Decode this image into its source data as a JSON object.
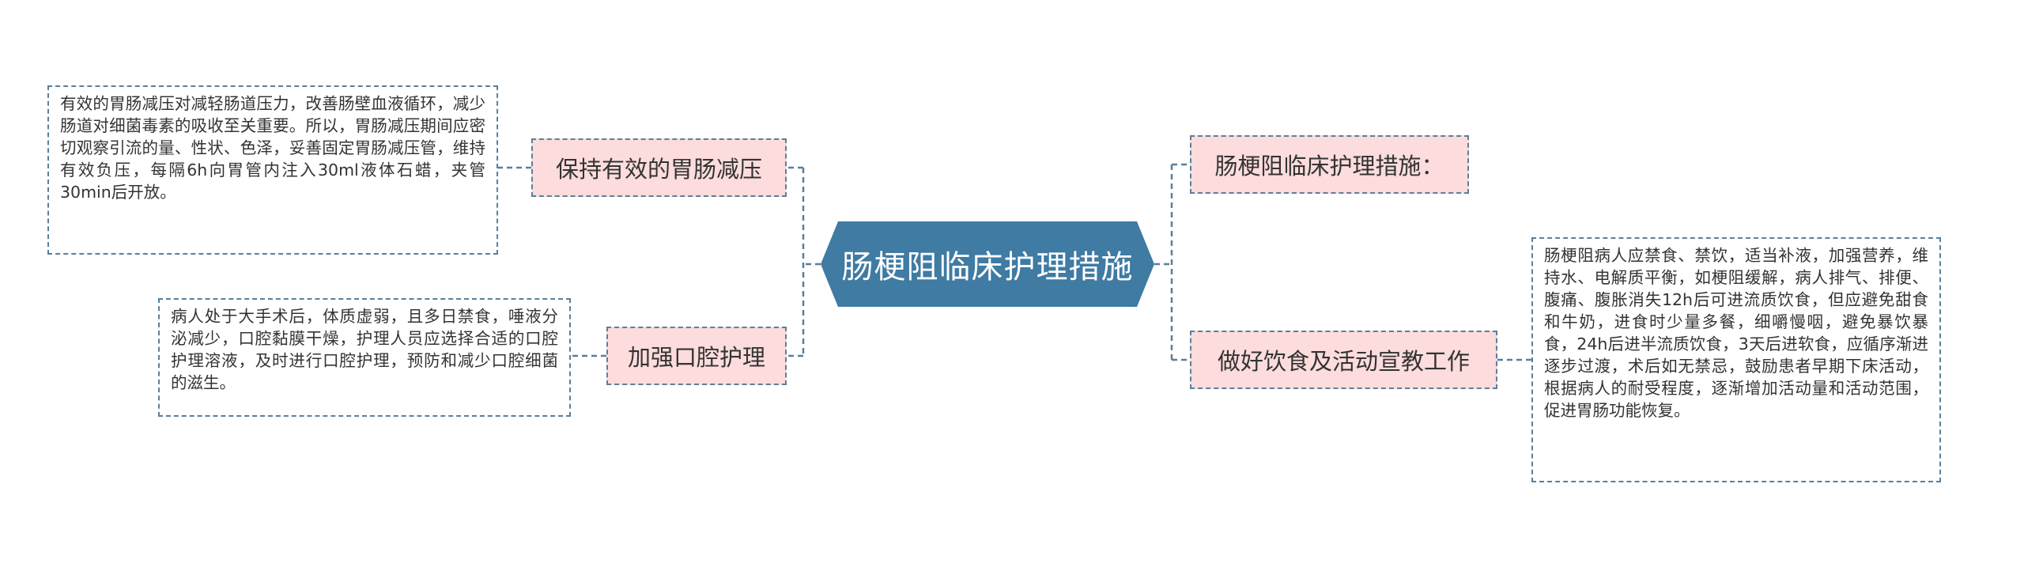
{
  "diagram": {
    "center": {
      "label": "肠梗阻临床护理措施"
    },
    "left_topics": [
      {
        "label": "保持有效的胃肠减压",
        "note": "有效的胃肠减压对减轻肠道压力，改善肠壁血液循环，减少肠道对细菌毒素的吸收至关重要。所以，胃肠减压期间应密切观察引流的量、性状、色泽，妥善固定胃肠减压管，维持有效负压，每隔6h向胃管内注入30ml液体石蜡，夹管30min后开放。"
      },
      {
        "label": "加强口腔护理",
        "note": "病人处于大手术后，体质虚弱，且多日禁食，唾液分泌减少，口腔黏膜干燥，护理人员应选择合适的口腔护理溶液，及时进行口腔护理，预防和减少口腔细菌的滋生。"
      }
    ],
    "right_topics": [
      {
        "label": "肠梗阻临床护理措施："
      },
      {
        "label": "做好饮食及活动宣教工作",
        "note": "肠梗阻病人应禁食、禁饮，适当补液，加强营养，维持水、电解质平衡，如梗阻缓解，病人排气、排便、腹痛、腹胀消失12h后可进流质饮食，但应避免甜食和牛奶，进食时少量多餐，细嚼慢咽，避免暴饮暴食，24h后进半流质饮食，3天后进软食，应循序渐进逐步过渡，术后如无禁忌，鼓励患者早期下床活动，根据病人的耐受程度，逐渐增加活动量和活动范围，促进胃肠功能恢复。"
      }
    ]
  },
  "colors": {
    "center_fill": "#3f7ba3",
    "topic_fill": "#fcdcdc",
    "line": "#5b7f99",
    "note_fill": "#ffffff"
  }
}
